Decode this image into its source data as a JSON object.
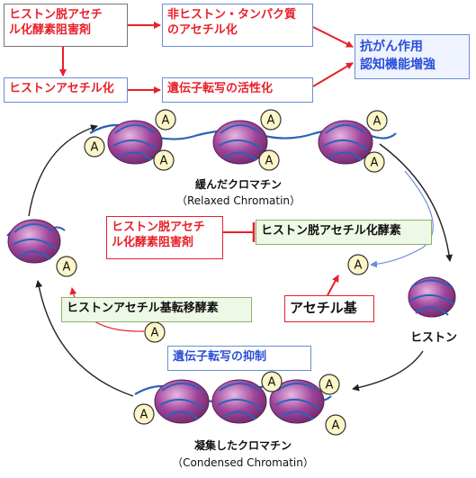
{
  "boxes": {
    "hdac_inhibitor_top": "ヒストン脱アセチ\nル化酵素阻害剤",
    "non_histone": "非ヒストン・タンパク質\nのアセチル化",
    "anticancer": "抗がん作用\n認知機能増強",
    "histone_acetylation": "ヒストンアセチル化",
    "gene_activation": "遺伝子転写の活性化",
    "hdac_inhibitor_mid": "ヒストン脱アセチ\nル化酵素阻害剤",
    "hdac": "ヒストン脱アセチル化酵素",
    "acetyl_group": "アセチル基",
    "hat": "ヒストンアセチル基転移酵素",
    "gene_repression": "遺伝子転写の抑制"
  },
  "labels": {
    "relaxed_jp": "緩んだクロマチン",
    "relaxed_en": "（Relaxed Chromatin）",
    "condensed_jp": "凝集したクロマチン",
    "condensed_en": "（Condensed Chromatin）",
    "histone": "ヒストン"
  },
  "acetyl_letter": "A",
  "colors": {
    "red": "#e8202a",
    "blue": "#2c4fd8",
    "nucleosome": "#a0449a",
    "dna": "#2a62b8",
    "acetyl_fill": "#fdf6c8"
  }
}
